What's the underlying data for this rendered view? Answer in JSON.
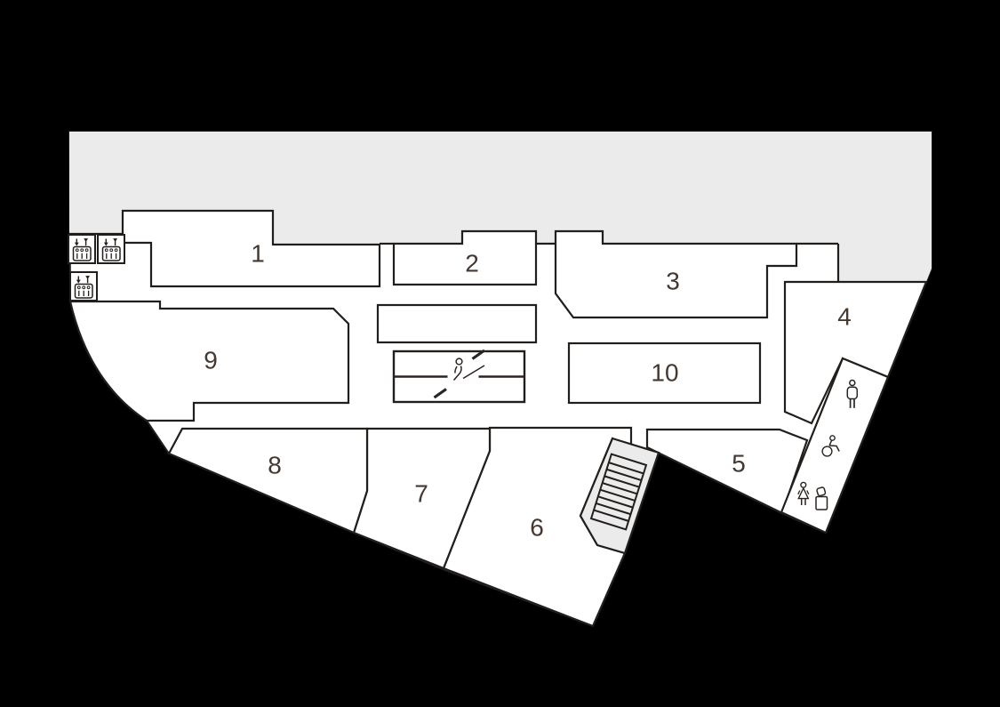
{
  "map": {
    "title": "building-floor-plan",
    "colors": {
      "background": "#000000",
      "floor": "#ffffff",
      "upper_zone": "#ebebeb",
      "outline": "#221e1c",
      "label": "#453830"
    },
    "rooms": [
      {
        "id": "room-1",
        "label": "1"
      },
      {
        "id": "room-2",
        "label": "2"
      },
      {
        "id": "room-3",
        "label": "3"
      },
      {
        "id": "room-4",
        "label": "4"
      },
      {
        "id": "room-5",
        "label": "5"
      },
      {
        "id": "room-6",
        "label": "6"
      },
      {
        "id": "room-7",
        "label": "7"
      },
      {
        "id": "room-8",
        "label": "8"
      },
      {
        "id": "room-9",
        "label": "9"
      },
      {
        "id": "room-10",
        "label": "10"
      }
    ],
    "facilities": {
      "elevators": [
        {
          "icon": "elevator-icon"
        },
        {
          "icon": "elevator-icon"
        },
        {
          "icon": "elevator-icon"
        }
      ],
      "escalator": {
        "icon": "escalator-icon"
      },
      "stairs": {
        "icon": "stairs-icon"
      },
      "restrooms": [
        {
          "icon": "mens-restroom-icon"
        },
        {
          "icon": "accessible-restroom-icon"
        },
        {
          "icon": "womens-restroom-icon"
        },
        {
          "icon": "nursing-room-icon"
        }
      ]
    }
  }
}
